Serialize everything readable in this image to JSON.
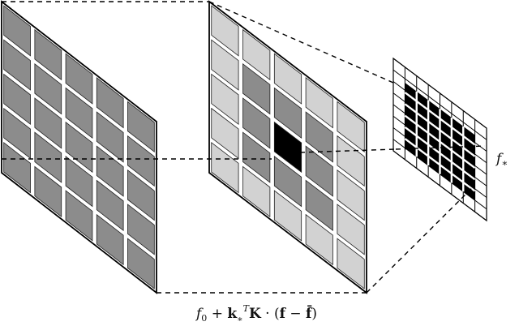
{
  "figure": {
    "output_label": "f*",
    "formula_label": "f0 + k*ᵀK · (f − f̄)",
    "panels": [
      {
        "name": "input-grid",
        "rows": 5,
        "cols": 5,
        "cell_pattern": [
          [
            "dark",
            "dark",
            "dark",
            "dark",
            "dark"
          ],
          [
            "dark",
            "dark",
            "dark",
            "dark",
            "dark"
          ],
          [
            "dark",
            "dark",
            "dark",
            "dark",
            "dark"
          ],
          [
            "dark",
            "dark",
            "dark",
            "dark",
            "dark"
          ],
          [
            "dark",
            "dark",
            "dark",
            "dark",
            "dark"
          ]
        ]
      },
      {
        "name": "middle-grid",
        "rows": 5,
        "cols": 5,
        "cell_pattern": [
          [
            "light",
            "light",
            "light",
            "light",
            "light"
          ],
          [
            "light",
            "dark",
            "dark",
            "dark",
            "light"
          ],
          [
            "light",
            "dark",
            "black",
            "dark",
            "light"
          ],
          [
            "light",
            "dark",
            "dark",
            "dark",
            "light"
          ],
          [
            "light",
            "light",
            "light",
            "light",
            "light"
          ]
        ]
      }
    ],
    "colors": {
      "dark": "#8c8c8c",
      "light": "#d2d2d2",
      "black": "#000000",
      "white": "#ffffff"
    }
  }
}
